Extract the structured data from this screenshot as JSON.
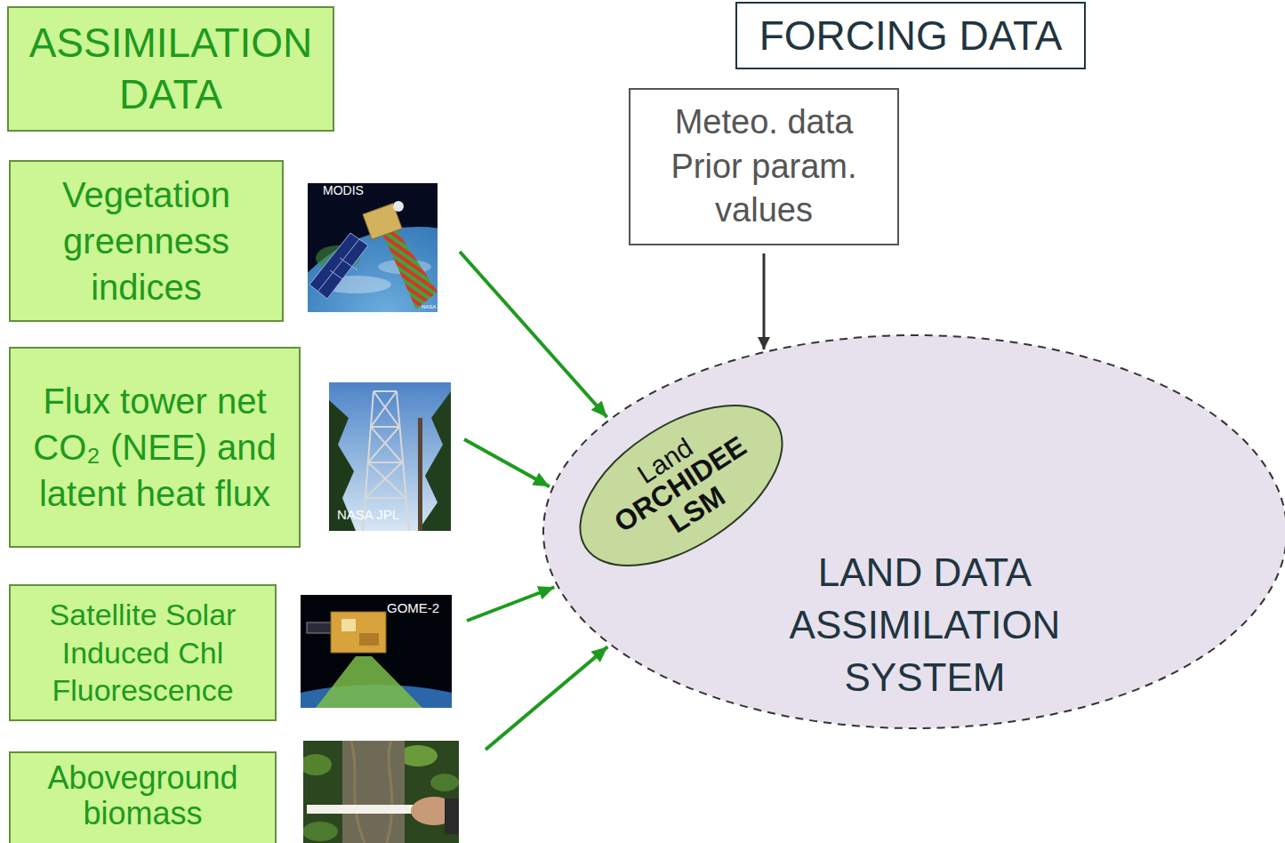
{
  "diagram": {
    "nodes": [
      {
        "text": [
          "ASSIMILATION DATA"
        ]
      },
      {
        "text": [
          "FORCING DATA"
        ]
      },
      {
        "text": [
          "Meteo. data Prior param. values"
        ]
      },
      {
        "text": [
          "Vegetation greenness indices"
        ]
      },
      {
        "text": [
          "Flux tower net CO₂ (NEE) and latent heat flux"
        ]
      },
      {
        "text": [
          "LAND DATA ASSIMILATION SYSTEM"
        ]
      },
      {
        "text": [
          "Land",
          "ORCHIDEE LSM"
        ],
        "in": 5
      },
      {
        "text": [
          "Satellite Solar Induced Chl Fluorescence"
        ]
      },
      {
        "text": [
          "Aboveground biomass"
        ]
      }
    ],
    "edges": [
      {
        "from": 2,
        "to": 5,
        "arrow": "to"
      },
      {
        "from": 3,
        "to": 5,
        "arrow": "to"
      },
      {
        "from": 4,
        "to": 5,
        "arrow": "to"
      },
      {
        "from": 7,
        "to": 5,
        "arrow": "to"
      },
      {
        "from": 8,
        "to": 5,
        "arrow": "to"
      }
    ],
    "labels": [
      "MODIS",
      "NASA",
      "NASA JPL",
      "GOME-2"
    ]
  }
}
